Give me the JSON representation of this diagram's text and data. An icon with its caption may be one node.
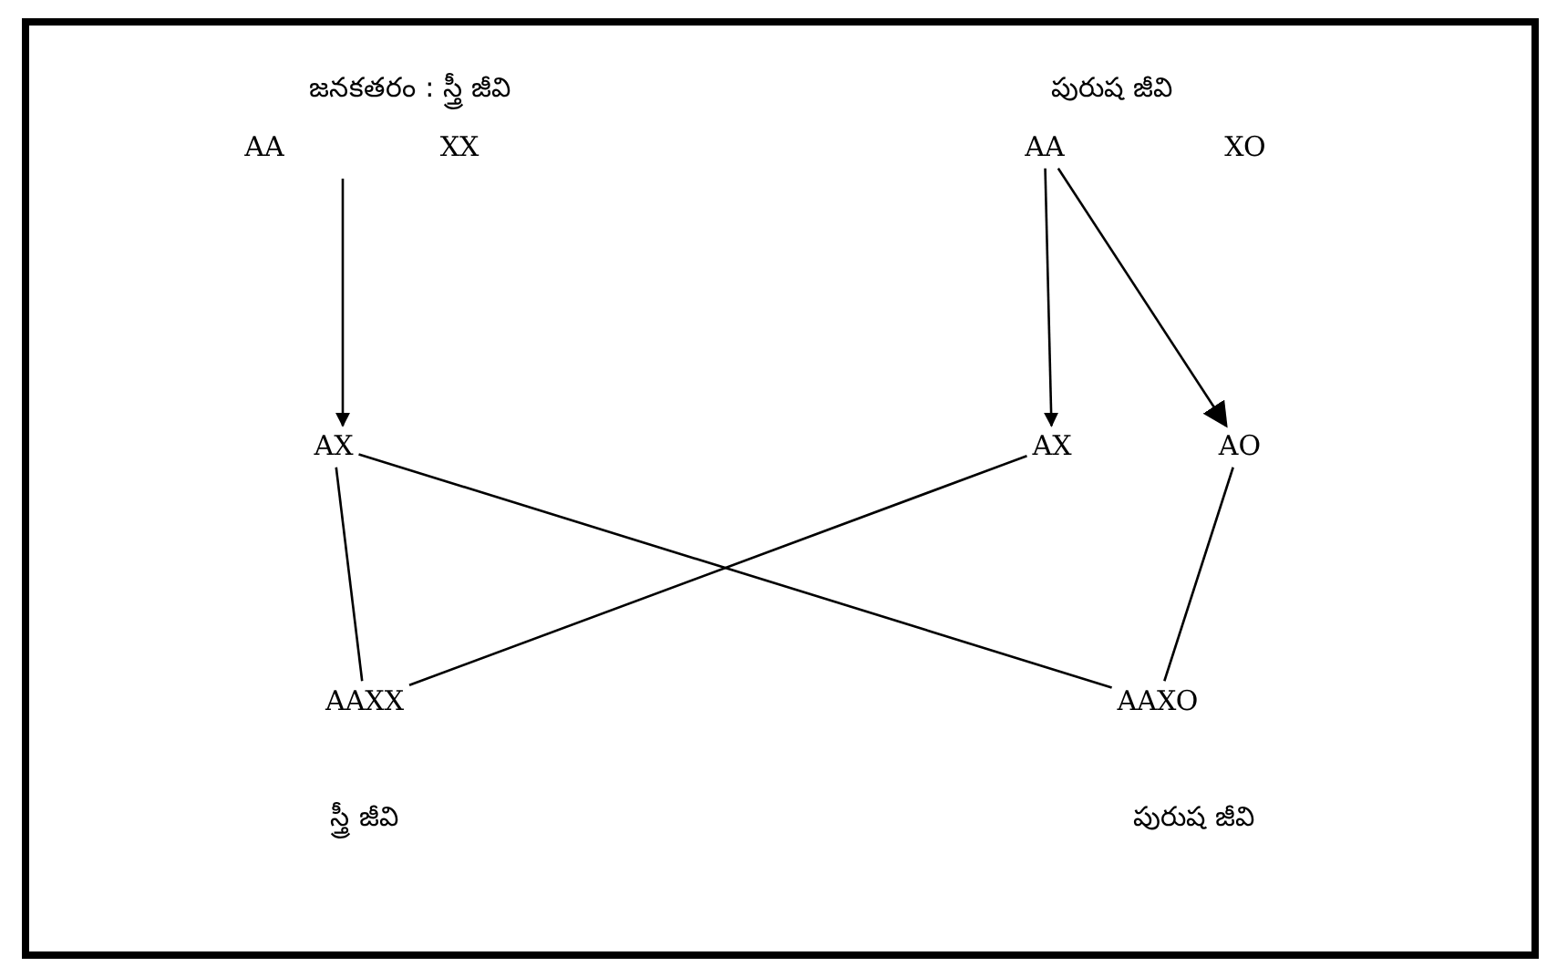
{
  "diagram": {
    "nodes": [
      {
        "text": [
          "AA"
        ]
      },
      {
        "text": [
          "XX"
        ]
      },
      {
        "text": [
          "AA"
        ]
      },
      {
        "text": [
          "XO"
        ]
      },
      {
        "text": [
          "AX"
        ]
      },
      {
        "text": [
          "AX"
        ]
      },
      {
        "text": [
          "AO"
        ]
      },
      {
        "text": [
          "AAXX"
        ]
      },
      {
        "text": [
          "AAXO"
        ]
      }
    ],
    "edges": [
      {
        "from": null,
        "to": 4,
        "arrow": "to"
      },
      {
        "from": 2,
        "to": 5,
        "arrow": "to"
      },
      {
        "from": 2,
        "to": 6,
        "arrow": "to"
      },
      {
        "from": 4,
        "to": 7,
        "arrow": "none"
      },
      {
        "from": 4,
        "to": 8,
        "arrow": "none"
      },
      {
        "from": 7,
        "to": 5,
        "arrow": "none"
      },
      {
        "from": 6,
        "to": 8,
        "arrow": "none"
      }
    ],
    "labels": [
      "జనకతరం : స్త్రీ జీవి",
      "పురుష జీవి",
      "స్త్రీ జీవి",
      "పురుష జీవి"
    ]
  }
}
